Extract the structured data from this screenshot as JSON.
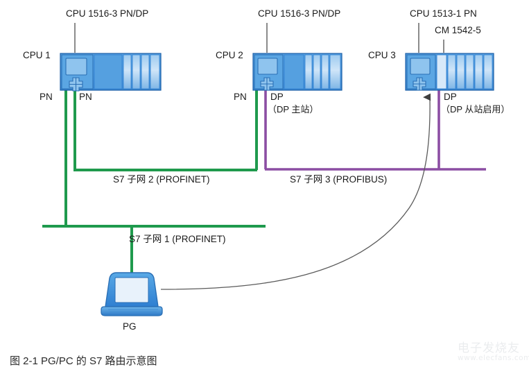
{
  "diagram": {
    "caption": "图 2-1 PG/PC 的 S7 路由示意图",
    "colors": {
      "profinet_green": "#1f9a4d",
      "profibus_purple": "#8c4ea3",
      "module_blue": "#2f7fd1",
      "module_fill": "#5aa4e0",
      "leader_gray": "#6e6e6e",
      "arrow_gray": "#4a4a4a"
    },
    "devices": [
      {
        "id": "cpu1",
        "side_label": "CPU 1",
        "type_label": "CPU 1516-3 PN/DP",
        "ports": [
          {
            "name": "PN",
            "sub": ""
          },
          {
            "name": "PN",
            "sub": ""
          }
        ]
      },
      {
        "id": "cpu2",
        "side_label": "CPU 2",
        "type_label": "CPU 1516-3 PN/DP",
        "ports": [
          {
            "name": "PN",
            "sub": ""
          },
          {
            "name": "DP",
            "sub": "（DP 主站）"
          }
        ]
      },
      {
        "id": "cpu3",
        "side_label": "CPU 3",
        "type_label": "CPU 1513-1 PN",
        "module_label": "CM 1542-5",
        "ports": [
          {
            "name": "DP",
            "sub": "（DP 从站启用）"
          }
        ]
      }
    ],
    "subnets": [
      {
        "id": "subnet1",
        "label": "S7 子网 1 (PROFINET)",
        "medium": "PROFINET"
      },
      {
        "id": "subnet2",
        "label": "S7 子网 2 (PROFINET)",
        "medium": "PROFINET"
      },
      {
        "id": "subnet3",
        "label": "S7 子网 3 (PROFIBUS)",
        "medium": "PROFIBUS"
      }
    ],
    "pg": {
      "label": "PG"
    }
  },
  "watermark": {
    "text": "电子发烧友",
    "url": "www.elecfans.com"
  }
}
